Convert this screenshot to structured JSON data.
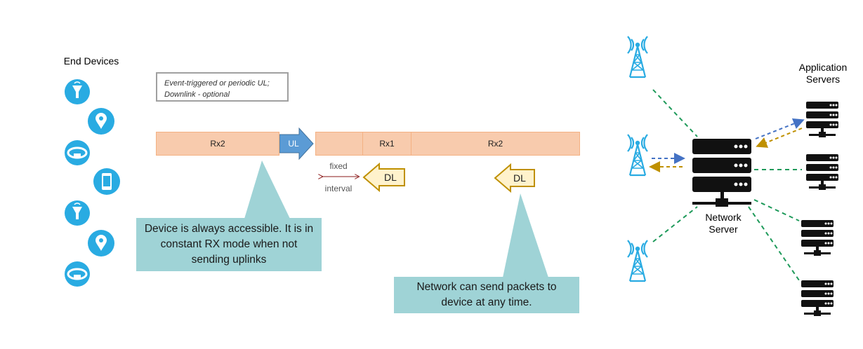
{
  "end_devices": {
    "title": "End Devices",
    "icons": [
      "water-meter-icon",
      "location-pin-icon",
      "wristband-icon",
      "smartphone-icon",
      "water-meter-icon",
      "location-pin-icon",
      "wristband-icon"
    ]
  },
  "note": {
    "line1": "Event-triggered or periodic UL;",
    "line2": "Downlink - optional"
  },
  "timeline": {
    "rx2_before": "Rx2",
    "ul": "UL",
    "rx1": "Rx1",
    "rx2_after": "Rx2",
    "fixed": "fixed",
    "interval": "interval",
    "dl_first": "DL",
    "dl_second": "DL"
  },
  "callouts": {
    "device": "Device is always accessible. It is in constant RX mode when not sending uplinks",
    "network": "Network can send packets to device at any time."
  },
  "network_server": {
    "line1": "Network",
    "line2": "Server"
  },
  "application_servers": {
    "line1": "Application",
    "line2": "Servers"
  },
  "colors": {
    "device_blue": "#29abe2",
    "segment_fill": "#f8cbad",
    "ul_blue": "#5b9bd5",
    "dl_fill": "#fff2cc",
    "dl_border": "#bf9000",
    "callout": "#9fd3d6",
    "dash_green": "#1e9a5a",
    "uplink_dash": "#4472c4",
    "downlink_dash": "#bf9000"
  }
}
